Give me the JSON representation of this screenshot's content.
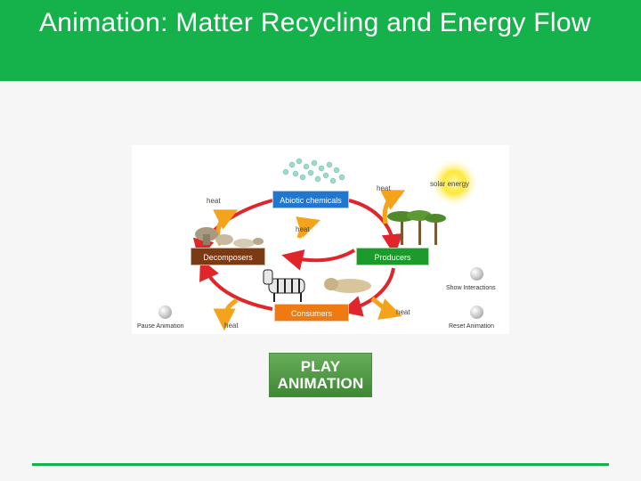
{
  "slide": {
    "title": "Animation: Matter Recycling and Energy Flow"
  },
  "diagram": {
    "boxes": {
      "abiotic": "Abiotic chemicals",
      "producers": "Producers",
      "decomposers": "Decomposers",
      "consumers": "Consumers"
    },
    "labels": {
      "solar_energy": "solar energy",
      "heat_top_right": "heat",
      "heat_top_left": "heat",
      "heat_center": "heat",
      "heat_bottom_left": "heat",
      "heat_bottom_right": "heat"
    },
    "controls": {
      "pause": "Pause Animation",
      "show_interactions": "Show Interactions",
      "reset": "Reset Animation"
    }
  },
  "play_button": {
    "line1": "PLAY",
    "line2": "ANIMATION"
  },
  "colors": {
    "header_green": "#15b14a",
    "abiotic_blue": "#2277cc",
    "producers_green": "#1c9a2c",
    "decomposers_brown": "#7a3a14",
    "consumers_orange": "#f07a12",
    "cycle_red": "#e0262a",
    "heat_orange": "#f5a31a"
  }
}
